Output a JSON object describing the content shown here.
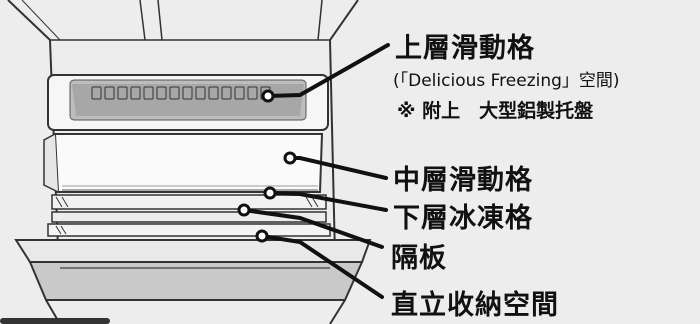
{
  "labels": {
    "upper_drawer": "上層滑動格",
    "upper_drawer_note1": "(「Delicious Freezing」空間)",
    "upper_drawer_note2": "※ 附上　大型鋁製托盤",
    "middle_drawer": "中層滑動格",
    "lower_ice": "下層冰凍格",
    "divider": "隔板",
    "upright_storage": "直立收納空間"
  },
  "colors": {
    "background": "#ededed",
    "outline": "#333333",
    "leader": "#111111",
    "tray": "#b8b8b8"
  }
}
